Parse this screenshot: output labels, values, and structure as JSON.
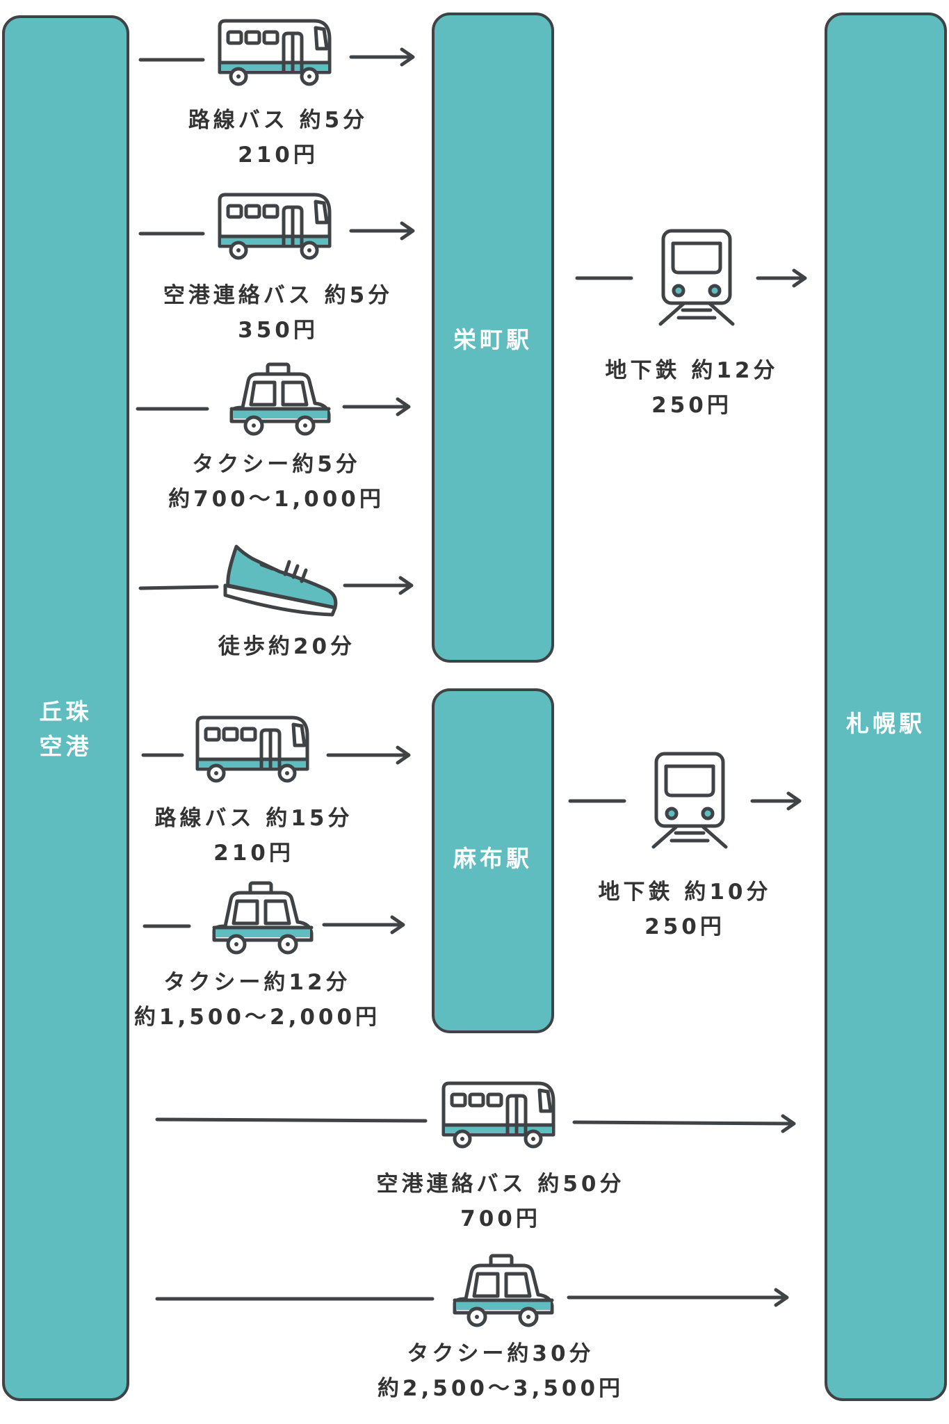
{
  "airport": {
    "name_line1": "丘珠",
    "name_line2": "空港"
  },
  "stations": {
    "sakaemachi": "栄町駅",
    "azabu": "麻布駅",
    "sapporo": "札幌駅"
  },
  "routes": {
    "bus_sakaemachi": {
      "line1": "路線バス 約5分",
      "line2": "210円"
    },
    "airport_bus_sakae": {
      "line1": "空港連絡バス 約5分",
      "line2": "350円"
    },
    "taxi_sakae": {
      "line1": "タクシー約5分",
      "line2": "約700〜1,000円"
    },
    "walk_sakae": {
      "line1": "徒歩約20分"
    },
    "subway_sakae": {
      "line1": "地下鉄 約12分",
      "line2": "250円"
    },
    "bus_azabu": {
      "line1": "路線バス 約15分",
      "line2": "210円"
    },
    "taxi_azabu": {
      "line1": "タクシー約12分",
      "line2": "約1,500〜2,000円"
    },
    "subway_azabu": {
      "line1": "地下鉄 約10分",
      "line2": "250円"
    },
    "airport_bus_direct": {
      "line1": "空港連絡バス 約50分",
      "line2": "700円"
    },
    "taxi_direct": {
      "line1": "タクシー約30分",
      "line2": "約2,500〜3,500円"
    }
  },
  "icons": [
    "bus-icon",
    "taxi-icon",
    "shoe-icon",
    "train-icon"
  ],
  "colors": {
    "teal": "#5fbdbf",
    "outline": "#3f4346",
    "text": "#333333",
    "background": "#ffffff"
  }
}
